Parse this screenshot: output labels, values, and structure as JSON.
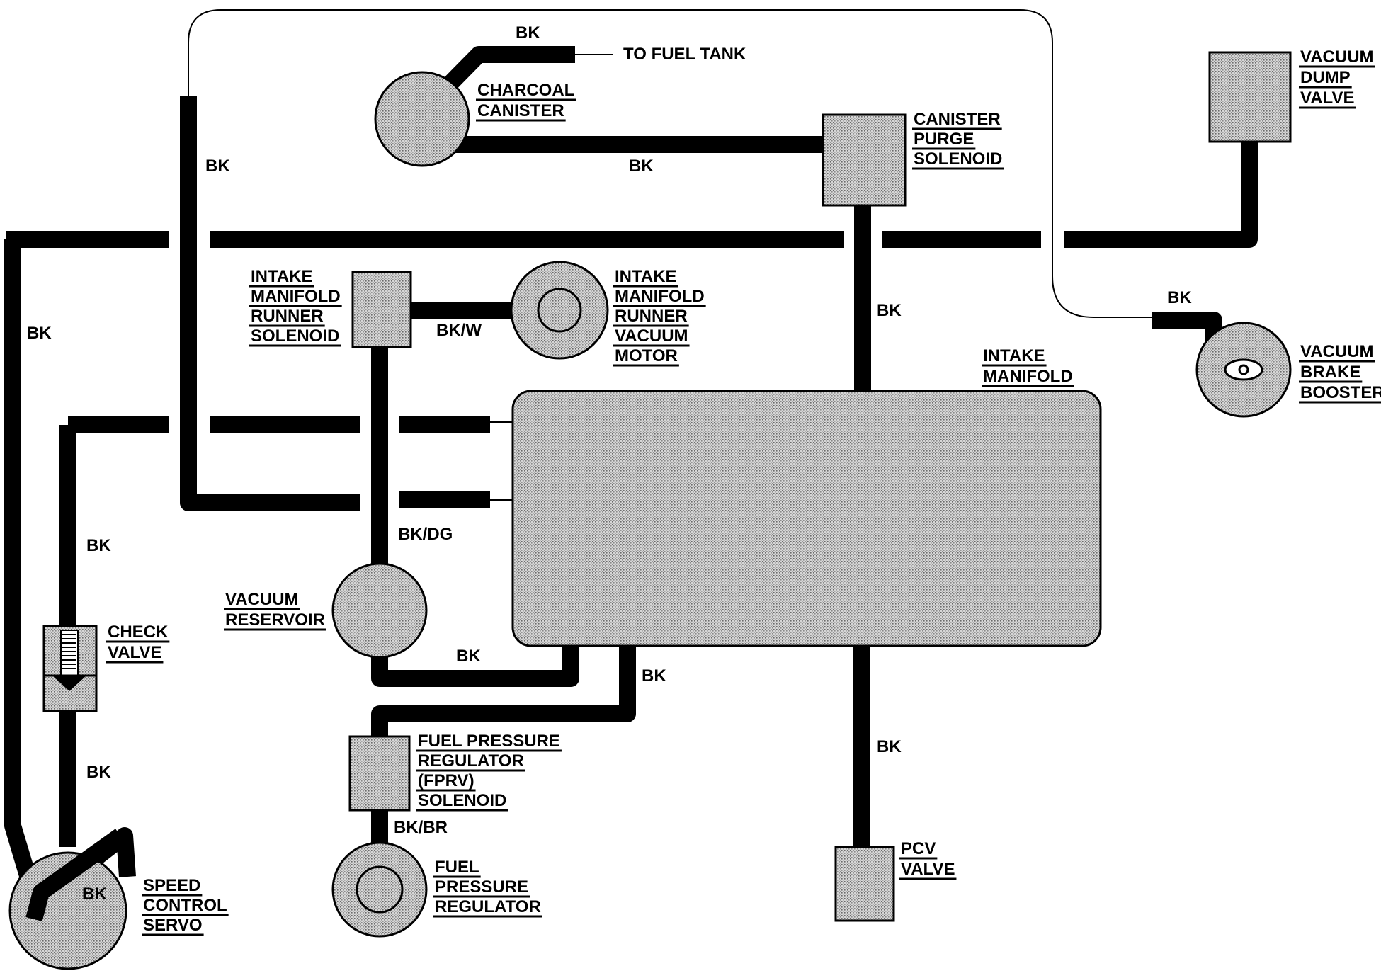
{
  "diagram": {
    "components": {
      "charcoal_canister": [
        "CHARCOAL",
        "CANISTER"
      ],
      "canister_purge_solenoid": [
        "CANISTER",
        "PURGE",
        "SOLENOID"
      ],
      "vacuum_dump_valve": [
        "VACUUM",
        "DUMP",
        "VALVE"
      ],
      "intake_manifold_runner_solenoid": [
        "INTAKE",
        "MANIFOLD",
        "RUNNER",
        "SOLENOID"
      ],
      "intake_manifold_runner_vacuum_motor": [
        "INTAKE",
        "MANIFOLD",
        "RUNNER",
        "VACUUM",
        "MOTOR"
      ],
      "vacuum_brake_booster": [
        "VACUUM",
        "BRAKE",
        "BOOSTER"
      ],
      "intake_manifold": [
        "INTAKE",
        "MANIFOLD"
      ],
      "vacuum_reservoir": [
        "VACUUM",
        "RESERVOIR"
      ],
      "check_valve": [
        "CHECK",
        "VALVE"
      ],
      "fuel_pressure_regulator_solenoid": [
        "FUEL PRESSURE",
        "REGULATOR",
        "(FPRV)",
        "SOLENOID"
      ],
      "fuel_pressure_regulator": [
        "FUEL",
        "PRESSURE",
        "REGULATOR"
      ],
      "pcv_valve": [
        "PCV",
        "VALVE"
      ],
      "speed_control_servo": [
        "SPEED",
        "CONTROL",
        "SERVO"
      ]
    },
    "to_fuel_tank": "TO FUEL TANK",
    "hose_colors": {
      "canister_top": "BK",
      "canister_to_purge": "BK",
      "left_vertical": "BK",
      "far_left": "BK",
      "purge_to_manifold": "BK",
      "brake_booster": "BK",
      "runner_motor": "BK/W",
      "runner_solenoid_down": "BK/DG",
      "reservoir_to_manifold": "BK",
      "fprv_to_manifold": "BK",
      "check_valve_upper": "BK",
      "check_valve_lower": "BK",
      "servo": "BK",
      "fpr_hose": "BK/BR",
      "pcv_hose": "BK"
    }
  }
}
